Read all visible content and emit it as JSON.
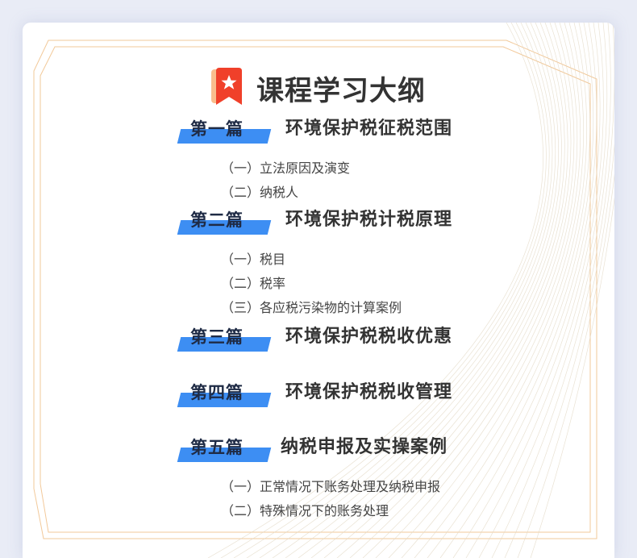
{
  "page": {
    "title": "课程学习大纲",
    "accent": "#3d8ef3",
    "badge_color": "#f0402a",
    "frame_color": "#f2c99a"
  },
  "sections": [
    {
      "part": "第一篇",
      "title": "环境保护税征税范围",
      "items": [
        "（一）立法原因及演变",
        "（二）纳税人"
      ]
    },
    {
      "part": "第二篇",
      "title": "环境保护税计税原理",
      "items": [
        "（一）税目",
        "（二）税率",
        "（三）各应税污染物的计算案例"
      ]
    },
    {
      "part": "第三篇",
      "title": "环境保护税税收优惠",
      "items": []
    },
    {
      "part": "第四篇",
      "title": "环境保护税税收管理",
      "items": []
    },
    {
      "part": "第五篇",
      "title": "纳税申报及实操案例",
      "items": [
        "（一）正常情况下账务处理及纳税申报",
        "（二）特殊情况下的账务处理"
      ]
    }
  ]
}
